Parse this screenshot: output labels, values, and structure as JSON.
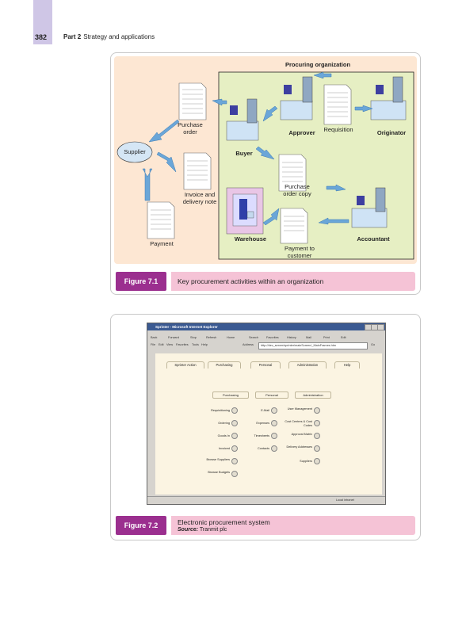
{
  "page": {
    "number": "382",
    "part": "Part 2",
    "part_title": "Strategy and applications"
  },
  "figure1": {
    "label": "Figure 7.1",
    "caption": "Key procurement activities within an organization",
    "diagram": {
      "org_title": "Procuring organization",
      "supplier": "Supplier",
      "purchase_order": "Purchase\norder",
      "invoice": "Invoice and\ndelivery note",
      "payment": "Payment",
      "buyer": "Buyer",
      "approver": "Approver",
      "requisition": "Requisition",
      "originator": "Originator",
      "po_copy": "Purchase\norder copy",
      "warehouse": "Warehouse",
      "accountant": "Accountant",
      "payment_to_customer": "Payment to\ncustomer"
    }
  },
  "figure2": {
    "label": "Figure 7.2",
    "caption": "Electronic procurement system",
    "source_label": "Source:",
    "source": "Tranmit plc",
    "screenshot": {
      "window_title": "Sprinter - Microsoft Internet Explorer",
      "toolbar": [
        "Back",
        "Forward",
        "Stop",
        "Refresh",
        "Home",
        "Search",
        "Favorites",
        "History",
        "Mail",
        "Print",
        "Edit"
      ],
      "menu": [
        "File",
        "Edit",
        "View",
        "Favorites",
        "Tools",
        "Help"
      ],
      "address_label": "Address",
      "address": "http://dev_server/sprinter/mainScreen/_MainFrames.htm",
      "go": "Go",
      "tabs": [
        "Sprinter Action",
        "Purchasing",
        "Personal",
        "Administration",
        "Help"
      ],
      "columns": [
        "Purchasing",
        "Personal",
        "Administration"
      ],
      "purchasing": [
        "Requisitioning",
        "Ordering",
        "Goods In",
        "Invoiced",
        "Browse Suppliers",
        "Browse Budgets"
      ],
      "personal": [
        "E-Mail",
        "Expenses",
        "Timesheets",
        "Contacts"
      ],
      "administration": [
        "User Management",
        "Cost Centres & Cost Codes",
        "Approval Matrix",
        "Delivery Addresses",
        "Suppliers"
      ],
      "status": "Local intranet"
    }
  }
}
